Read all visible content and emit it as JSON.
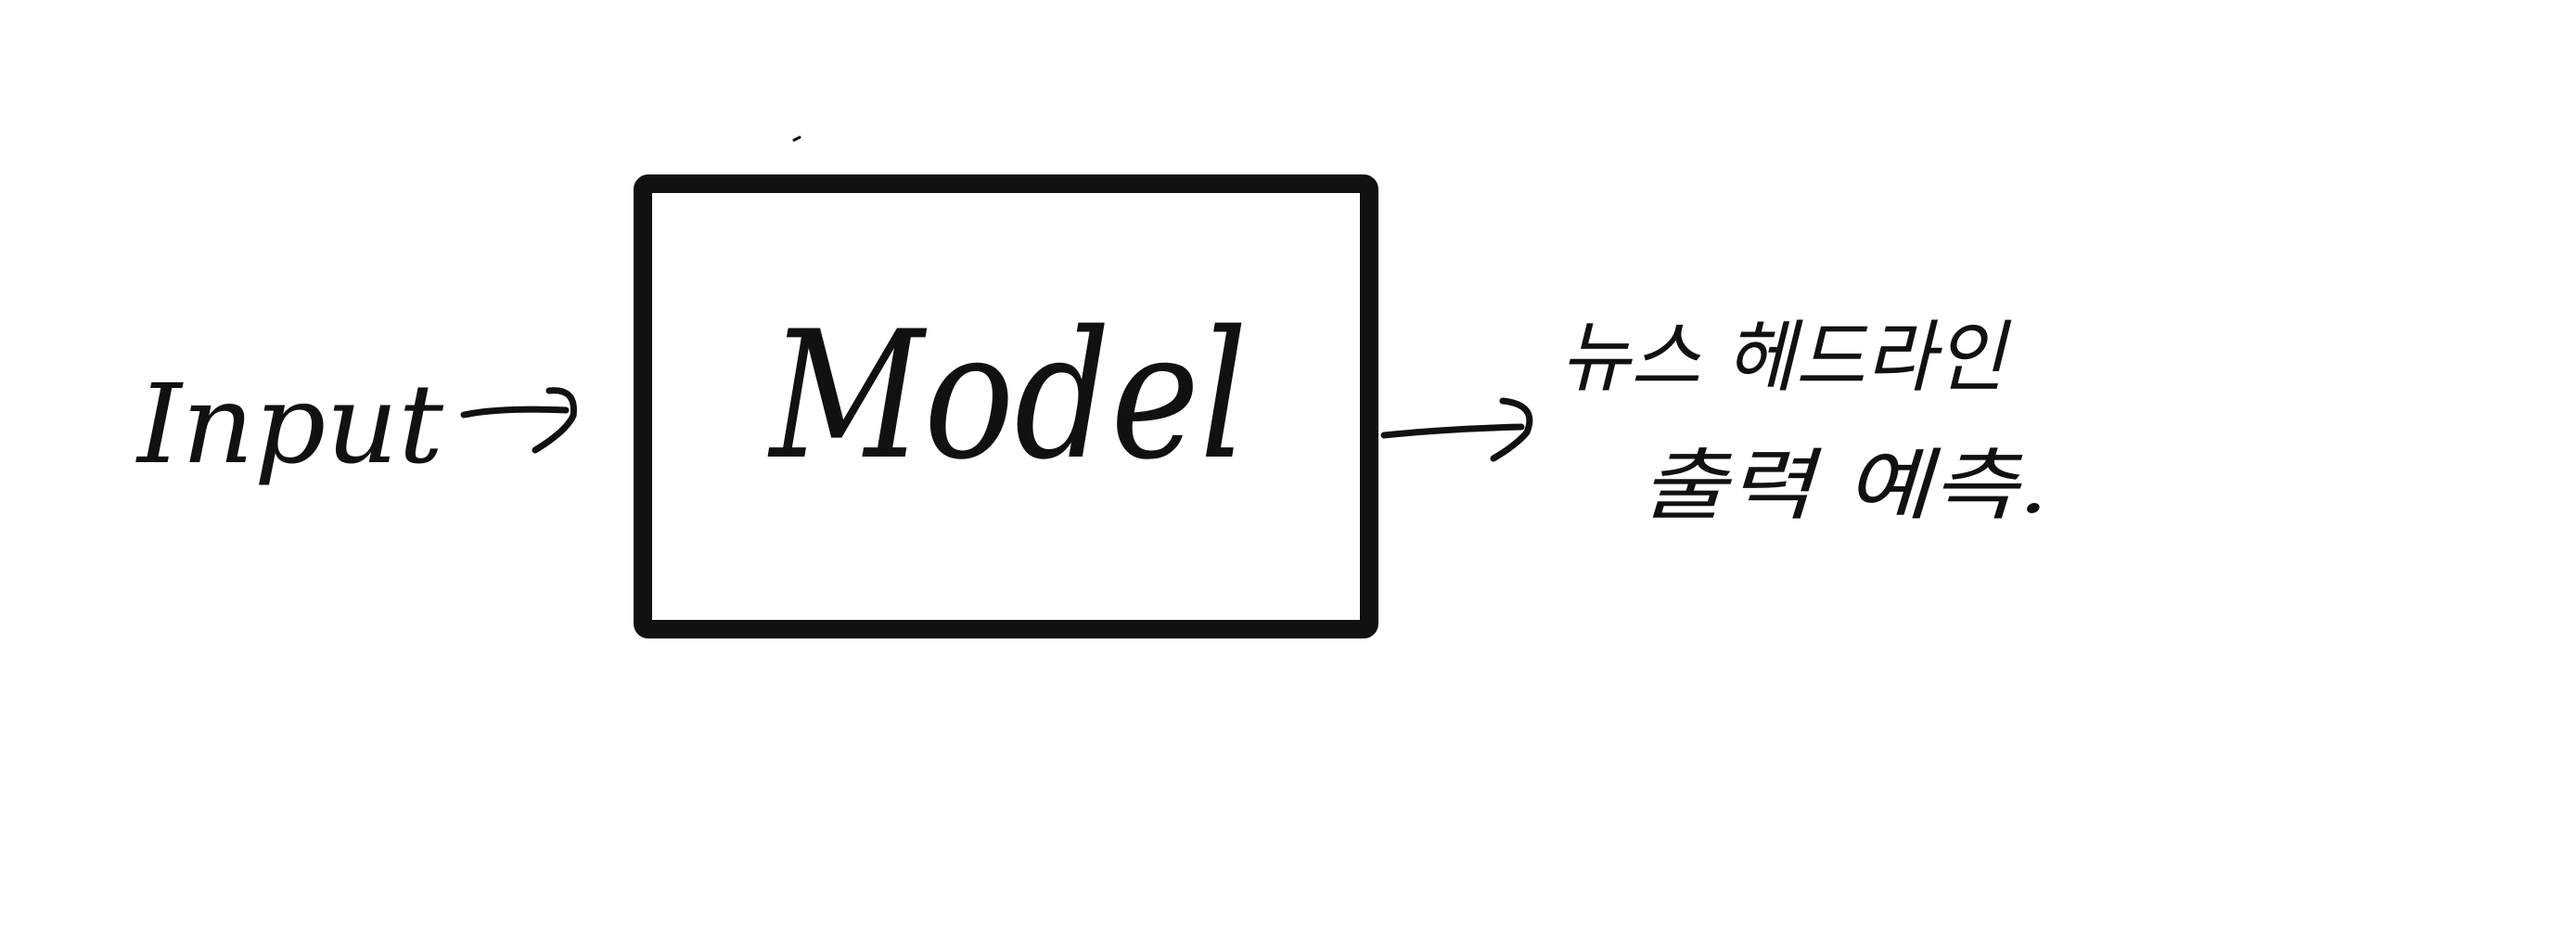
{
  "diagram": {
    "input_label": "Input",
    "box_label": "Model",
    "output_line1": "뉴스 헤드라인",
    "output_line2": "출력 예측.",
    "colors": {
      "background": "#ffffff",
      "ink": "#111111"
    }
  }
}
